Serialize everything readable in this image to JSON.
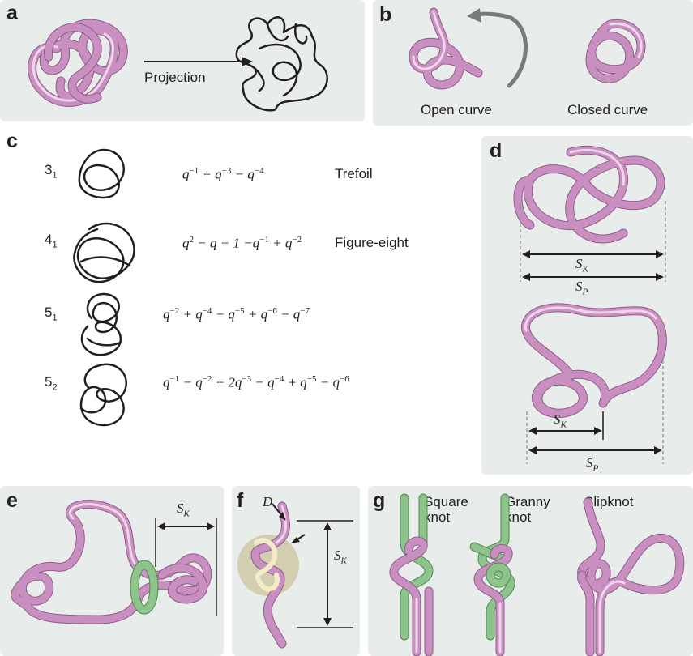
{
  "panels": {
    "a": {
      "label": "a",
      "arrow_text": "Projection"
    },
    "b": {
      "label": "b",
      "open_label": "Open curve",
      "closed_label": "Closed curve"
    },
    "c": {
      "label": "c",
      "rows": [
        {
          "knot_main": "3",
          "knot_sub": "1",
          "poly_html": "q<sup>−1</sup> + q<sup>−3</sup> − q<sup>−4</sup>",
          "name": "Trefoil"
        },
        {
          "knot_main": "4",
          "knot_sub": "1",
          "poly_html": "q<sup>2</sup> − q + 1 −q<sup>−1</sup> + q<sup>−2</sup>",
          "name": "Figure-eight"
        },
        {
          "knot_main": "5",
          "knot_sub": "1",
          "poly_html": "q<sup>−2</sup> + q<sup>−4</sup> − q<sup>−5</sup> + q<sup>−6</sup> − q<sup>−7</sup>",
          "name": ""
        },
        {
          "knot_main": "5",
          "knot_sub": "2",
          "poly_html": "q<sup>−1</sup> − q<sup>−2</sup> + 2q<sup>−3</sup> − q<sup>−4</sup> + q<sup>−5</sup> − q<sup>−6</sup>",
          "name": ""
        }
      ]
    },
    "d": {
      "label": "d",
      "sk": "S",
      "sk_sub": "K",
      "sp": "S",
      "sp_sub": "P"
    },
    "e": {
      "label": "e",
      "sk": "S",
      "sk_sub": "K"
    },
    "f": {
      "label": "f",
      "d_label": "D",
      "sk": "S",
      "sk_sub": "K"
    },
    "g": {
      "label": "g",
      "knots": [
        "Square knot",
        "Granny knot",
        "Slipknot"
      ],
      "square_l1": "Square",
      "square_l2": "knot",
      "granny_l1": "Granny",
      "granny_l2": "knot",
      "slip": "Slipknot"
    }
  },
  "colors": {
    "panel_bg": "#e8eceb",
    "tube": "#c98fc0",
    "tube_green": "#8cc48c",
    "ink": "#231f20"
  }
}
